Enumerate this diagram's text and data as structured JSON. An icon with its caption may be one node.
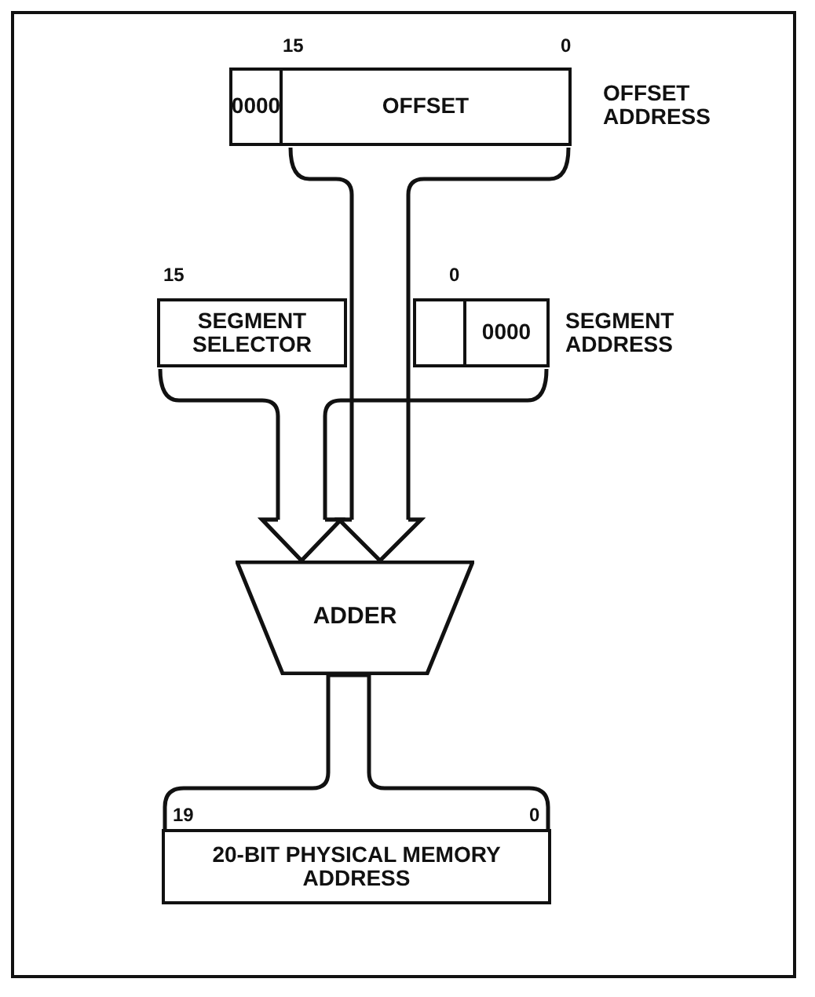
{
  "diagram": {
    "nodes": [
      {
        "text": [
          "0000"
        ]
      },
      {
        "text": [
          "OFFSET"
        ],
        "beside": [
          "OFFSET ADDRESS"
        ]
      },
      {
        "text": [
          "SEGMENT SELECTOR"
        ]
      },
      {
        "text": [],
        "shape": "box"
      },
      {
        "text": [
          "0000"
        ],
        "beside": [
          "SEGMENT ADDRESS"
        ]
      },
      {
        "text": [
          "ADDER"
        ]
      },
      {
        "text": [
          "20-BIT PHYSICAL MEMORY ADDRESS"
        ]
      }
    ],
    "edges": [
      {
        "from": 1,
        "to": 5,
        "arrow": "to"
      },
      {
        "from": 2,
        "to": 5,
        "arrow": "to"
      },
      {
        "from": 4,
        "to": 5,
        "arrow": "to"
      },
      {
        "from": 5,
        "to": 6,
        "arrow": "none"
      }
    ],
    "labels": [
      "15",
      "0",
      "15",
      "0",
      "19",
      "0"
    ]
  }
}
